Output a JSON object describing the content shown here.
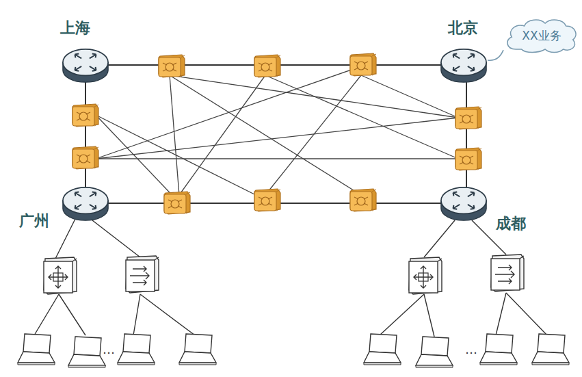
{
  "diagram": {
    "nodes": [
      {
        "text": [
          "上海"
        ]
      },
      {
        "text": [
          "北京"
        ]
      },
      {
        "text": [
          "XX业务"
        ]
      },
      {
        "text": [
          "广州"
        ]
      },
      {
        "text": [
          "成都"
        ]
      }
    ],
    "edges": [
      {
        "from": 1,
        "to": 2,
        "arrow": "none"
      }
    ],
    "labels": [
      "…",
      "…"
    ]
  }
}
